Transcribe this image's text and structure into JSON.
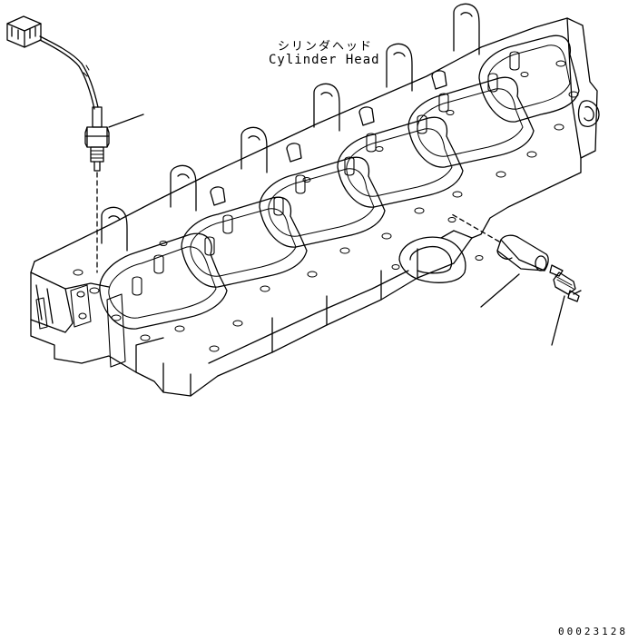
{
  "diagram": {
    "label_jp": "シリンダヘッド",
    "label_en": "Cylinder Head",
    "drawing_code": "00023128"
  },
  "colors": {
    "line": "#000000",
    "background": "#ffffff"
  },
  "icons": [
    "wire-connector-icon",
    "temperature-sensor-icon",
    "sleeve-adapter-icon",
    "pressure-sensor-icon"
  ]
}
